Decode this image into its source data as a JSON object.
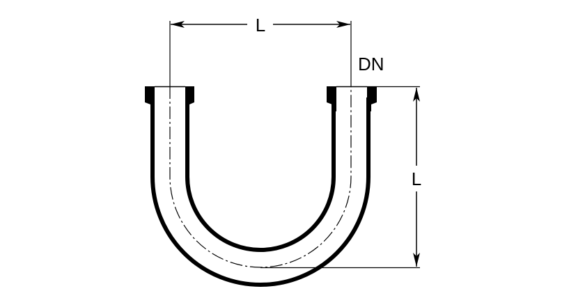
{
  "labels": {
    "length_top": "L",
    "length_side": "L",
    "nominal_diameter": "DN"
  },
  "colors": {
    "line": "#000000",
    "background": "#ffffff"
  }
}
